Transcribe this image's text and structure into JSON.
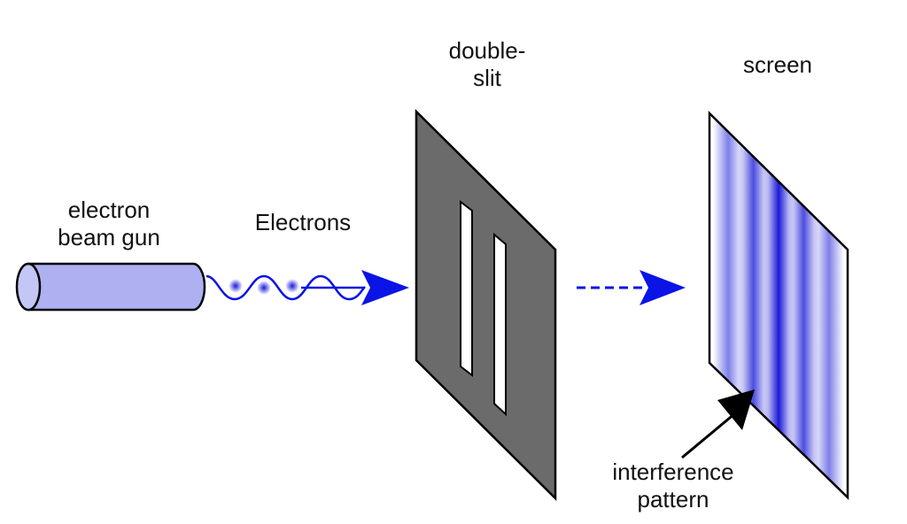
{
  "labels": {
    "gun": [
      "electron",
      "beam gun"
    ],
    "electrons": "Electrons",
    "slit": [
      "double-",
      "slit"
    ],
    "screen": "screen",
    "pattern": [
      "interference",
      "pattern"
    ]
  },
  "colors": {
    "beam": "#0a14e6",
    "gun_body": "#aeb0f2",
    "slit_plate": "#6b6b6b",
    "fringe": "#1a1ad8",
    "outline": "#000000"
  },
  "screen_pattern": {
    "bright_fringes": 5
  }
}
